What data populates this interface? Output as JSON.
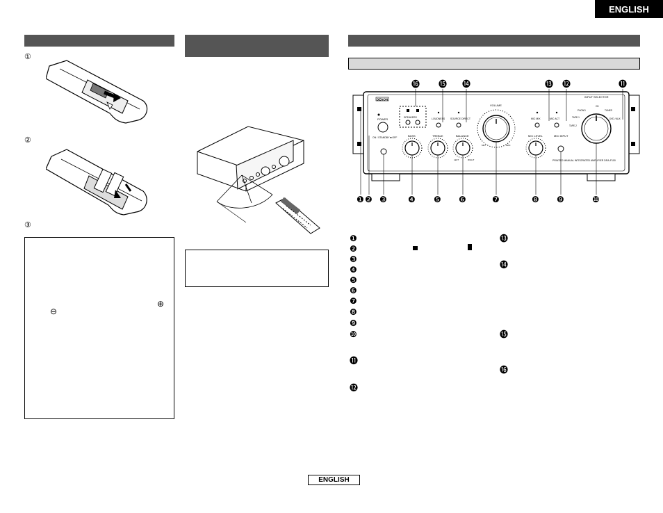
{
  "language_tab": "ENGLISH",
  "footer_tag": "ENGLISH",
  "steps": [
    "①",
    "②",
    "③"
  ],
  "box_symbols": {
    "plus": "⊕",
    "minus": "⊖"
  },
  "callouts_top": [
    "⓰",
    "⓯",
    "⓮",
    "⓭",
    "⓬",
    "⓫"
  ],
  "callouts_bottom": [
    "❶",
    "❷",
    "❸",
    "❹",
    "❺",
    "❻",
    "❼",
    "❽",
    "❾",
    "❿"
  ],
  "list_left": [
    "❶",
    "❷",
    "❸",
    "❹",
    "❺",
    "❻",
    "❼",
    "❽",
    "❾",
    "❿",
    "⓫",
    "⓬"
  ],
  "list_right": [
    "⓭",
    "⓮",
    "⓯",
    "⓰"
  ],
  "panel": {
    "brand": "DENON",
    "power": "POWER",
    "standby": "ON / STANDBY  ■ OFF",
    "speakers": "SPEAKERS",
    "loudness": "LOUDNESS",
    "source_direct": "SOURCE DIRECT",
    "volume": "VOLUME",
    "min": "MIN",
    "max": "MAX",
    "mic_mix": "MIC MIX",
    "mic_act": "MIC ACT",
    "input_selector": "INPUT SELECTOR",
    "phono": "PHONO",
    "cd": "CD",
    "tuner": "TUNER",
    "tape1": "TAPE-1",
    "tape2": "TAPE-2",
    "dvd": "DVD / AUX",
    "bass": "BASS",
    "treble": "TREBLE",
    "balance": "BALANCE",
    "left": "LEFT",
    "right": "RIGHT",
    "mic_level": "MIC LEVEL",
    "mic_input": "MIC INPUT",
    "model": "PRINTED MANUAL  INTEGRATED AMPLIFIER  DRA-F100"
  }
}
